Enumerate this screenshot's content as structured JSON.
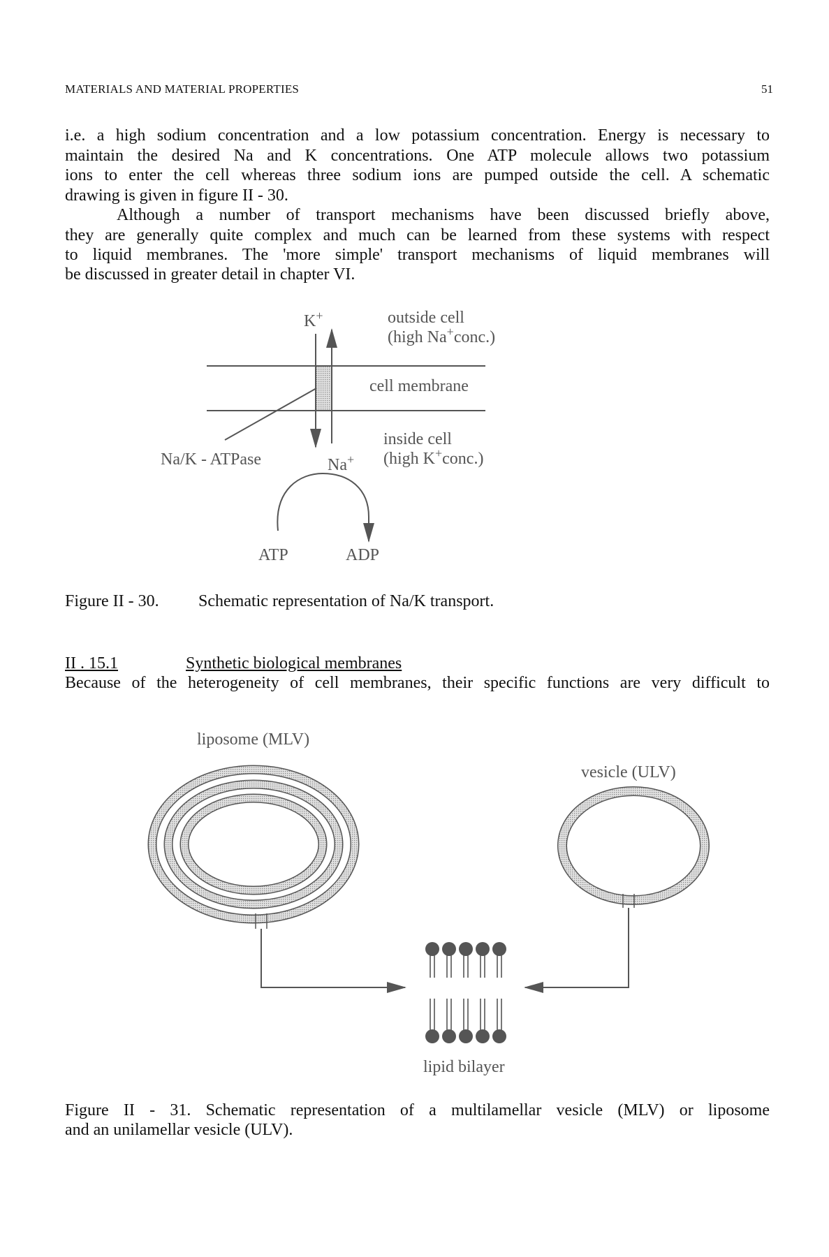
{
  "header": {
    "title": "MATERIALS AND MATERIAL PROPERTIES",
    "page_number": "51"
  },
  "paragraph1": {
    "lines": [
      "i.e. a high sodium concentration and a low potassium concentration. Energy is necessary to",
      "maintain the desired Na and K concentrations. One ATP molecule allows two potassium",
      "ions to enter the cell whereas three sodium ions are pumped outside the cell.  A schematic",
      "drawing is given in figure II - 30."
    ]
  },
  "paragraph2": {
    "lines": [
      "Although a number of transport mechanisms  have been discussed briefly above,",
      "they are generally quite complex and much can be learned from these systems with respect",
      "to liquid membranes. The 'more simple' transport mechanisms of  liquid membranes  will",
      "be discussed in greater detail in chapter VI."
    ]
  },
  "figure30": {
    "labels": {
      "k_plus": "K+",
      "outside_cell": "outside cell",
      "outside_conc": "(high Na+conc.)",
      "cell_membrane": "cell membrane",
      "inside_cell": "inside cell",
      "inside_conc": "(high K+conc.)",
      "atpase": "Na/K - ATPase",
      "na_plus": "Na+",
      "atp": "ATP",
      "adp": "ADP"
    },
    "caption_number": "Figure II - 30.",
    "caption_text": "Schematic representation of Na/K transport."
  },
  "section": {
    "number": "II . 15.1",
    "title": "Synthetic biological membranes",
    "text": "Because of the heterogeneity of cell membranes, their specific functions are very difficult to"
  },
  "figure31": {
    "labels": {
      "liposome": "liposome (MLV)",
      "vesicle": "vesicle (ULV)",
      "bilayer": "lipid bilayer"
    },
    "caption_lines": [
      "Figure II - 31.  Schematic representation of a multilamellar vesicle (MLV) or liposome",
      "and an unilamellar vesicle (ULV)."
    ]
  }
}
